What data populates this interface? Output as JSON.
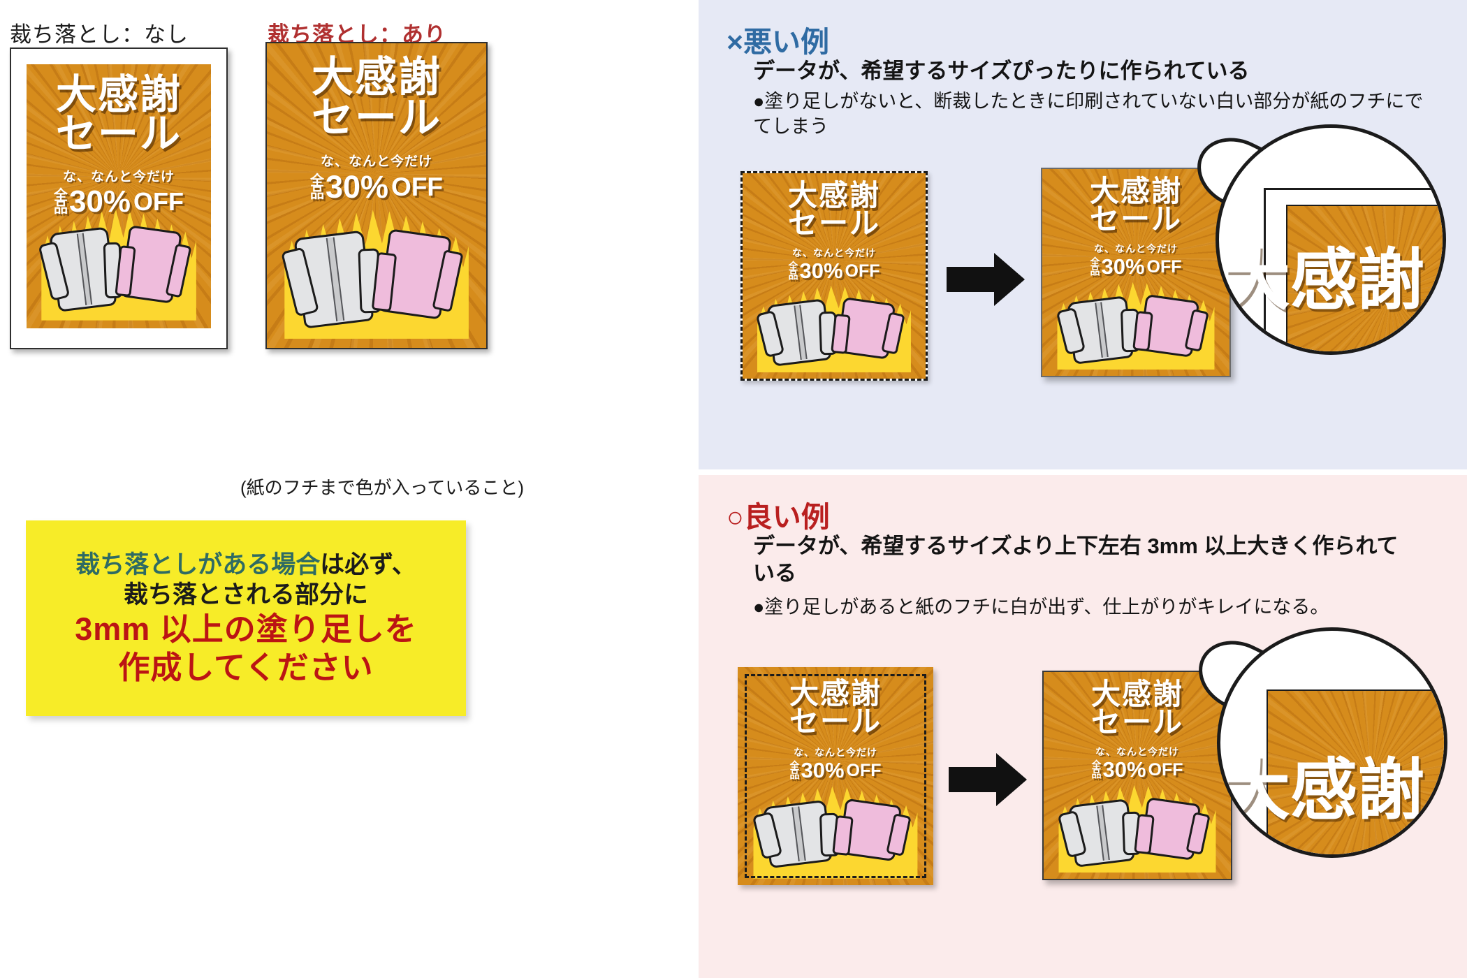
{
  "left": {
    "heading_no_bleed": "裁ち落とし：なし",
    "heading_with_bleed": "裁ち落とし：あり",
    "bleed_caption": "(紙のフチまで色が入っていること)"
  },
  "poster": {
    "title_line1": "大感謝",
    "title_line2": "セール",
    "subtitle": "な、なんと今だけ",
    "zen": "全",
    "pin": "品",
    "discount": "30%",
    "off": "OFF"
  },
  "callout": {
    "line1_highlight": "裁ち落としがある場合",
    "line1_rest": "は必ず、",
    "line2": "裁ち落とされる部分に",
    "line3": "3mm 以上の塗り足しを",
    "line4": "作成してください",
    "highlight_color": "#2f6b63",
    "emphasis_color": "#bb1414",
    "background_color": "#f7ec28"
  },
  "panels": [
    {
      "id": "bad-example",
      "mark": "×",
      "heading": "×悪い例",
      "lead": "データが、希望するサイズぴったりに作られている",
      "bullet": "●塗り足しがないと、断裁したときに印刷されていない白い部分が紙のフチにでてしまう",
      "heading_color": "#2f6ba3",
      "background_color": "#e6e9f5"
    },
    {
      "id": "good-example",
      "mark": "○",
      "heading": "○良い例",
      "lead": "データが、希望するサイズより上下左右 3mm 以上大きく作られている",
      "bullet": "●塗り足しがあると紙のフチに白が出ず、仕上がりがキレイになる。",
      "heading_color": "#b91f1f",
      "background_color": "#fbebeb"
    }
  ],
  "icons": {
    "arrow": "right-arrow-icon",
    "magnifier": "magnifier-icon"
  }
}
